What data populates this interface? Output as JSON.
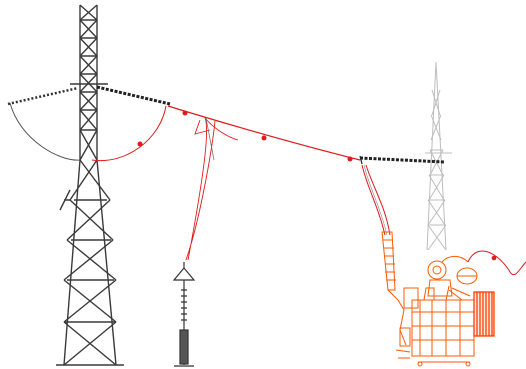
{
  "diagram": {
    "colors": {
      "background": "#ffffff",
      "structure": "#333333",
      "structure_faded": "#b5b5b5",
      "conductor_red": "#e01b1b",
      "transformer_orange": "#ff5a00",
      "insulator": "#222222"
    },
    "components": [
      {
        "id": "tower-left",
        "kind": "lattice-transmission-tower",
        "icon": "tower-icon"
      },
      {
        "id": "tower-right",
        "kind": "lattice-transmission-tower-background",
        "icon": "tower-icon"
      },
      {
        "id": "insulator-string-left",
        "kind": "insulator-string",
        "icon": "insulator-icon"
      },
      {
        "id": "insulator-string-mid",
        "kind": "insulator-string",
        "icon": "insulator-icon"
      },
      {
        "id": "insulator-string-right",
        "kind": "insulator-string",
        "icon": "insulator-icon"
      },
      {
        "id": "jumper-loop-grey",
        "kind": "jumper-conductor",
        "icon": "conductor-icon"
      },
      {
        "id": "jumper-loop-red",
        "kind": "jumper-conductor",
        "icon": "conductor-icon"
      },
      {
        "id": "span-conductor",
        "kind": "overhead-conductor",
        "icon": "conductor-icon"
      },
      {
        "id": "surge-arrester",
        "kind": "surge-arrester-on-pole",
        "icon": "arrester-icon"
      },
      {
        "id": "power-transformer",
        "kind": "power-transformer",
        "icon": "transformer-icon"
      }
    ]
  }
}
